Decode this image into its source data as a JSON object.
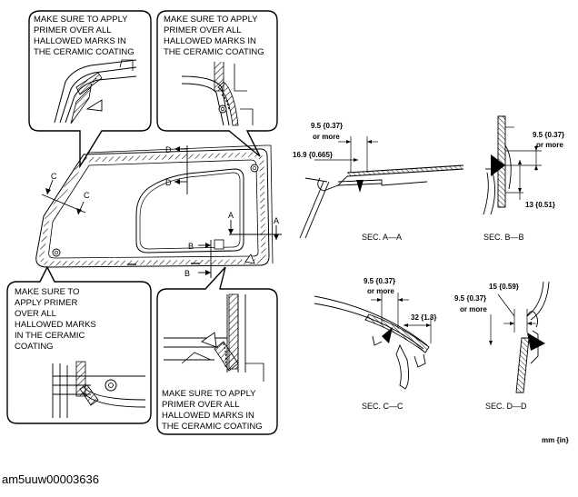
{
  "callouts": {
    "top_left": [
      "MAKE SURE TO APPLY",
      "PRIMER OVER ALL",
      "HALLOWED MARKS IN",
      "THE CERAMIC COATING"
    ],
    "top_right": [
      "MAKE SURE TO APPLY",
      "PRIMER OVER ALL",
      "HALLOWED MARKS IN",
      "THE CERAMIC COATING"
    ],
    "bottom_left": [
      "MAKE SURE TO",
      "APPLY PRIMER",
      "OVER ALL",
      "HALLOWED MARKS",
      "IN THE CERAMIC",
      "COATING"
    ],
    "bottom_right": [
      "MAKE SURE TO APPLY",
      "PRIMER OVER ALL",
      "HALLOWED MARKS IN",
      "THE CERAMIC COATING"
    ]
  },
  "section_markers": {
    "a": "A",
    "b": "B",
    "c": "C",
    "d": "D"
  },
  "sections": {
    "aa": {
      "title": "SEC. A—A",
      "dim1_value": "9.5 {0.37}",
      "dim1_note": "or more",
      "dim2_value": "16.9 {0.665}"
    },
    "bb": {
      "title": "SEC. B—B",
      "dim1_value": "9.5 {0.37}",
      "dim1_note": "or more",
      "dim2_value": "13 {0.51}"
    },
    "cc": {
      "title": "SEC. C—C",
      "dim1_value": "9.5 {0.37}",
      "dim1_note": "or more",
      "dim2_value": "32 {1.3}"
    },
    "dd": {
      "title": "SEC. D—D",
      "dim1_value": "15 {0.59}",
      "dim2_value": "9.5 {0.37}",
      "dim2_note": "or more"
    }
  },
  "units_label": "mm {in}",
  "image_id": "am5uuw00003636"
}
